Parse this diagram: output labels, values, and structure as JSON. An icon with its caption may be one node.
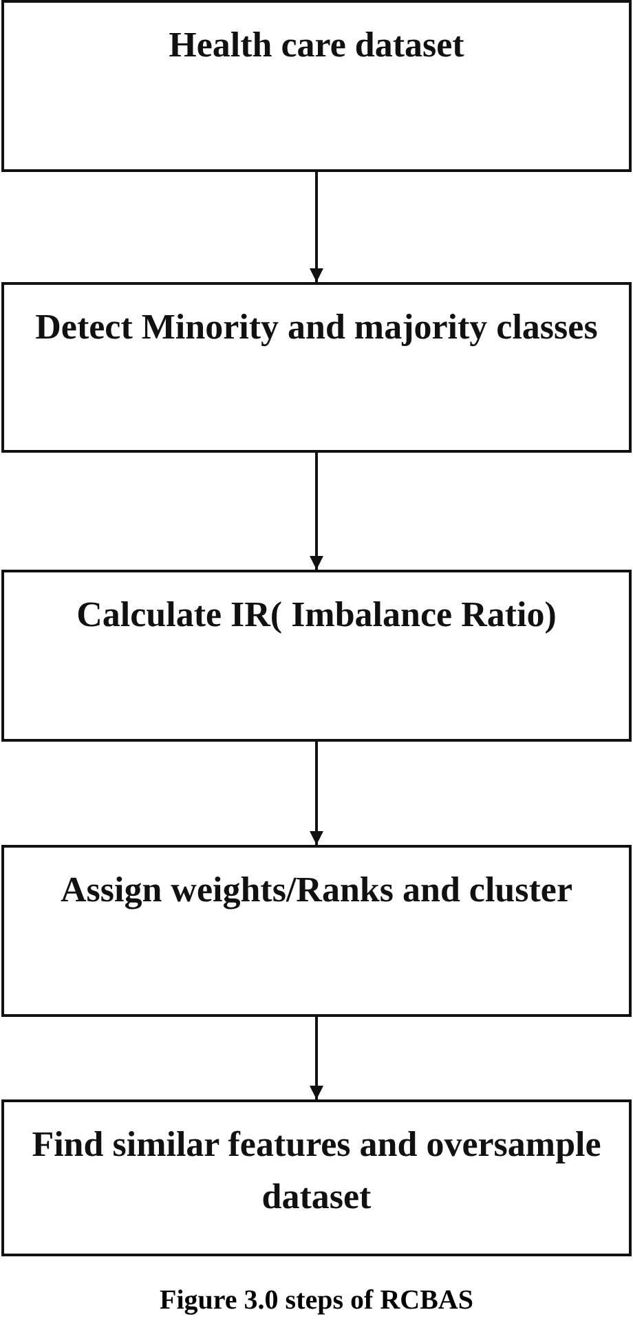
{
  "diagram": {
    "caption": "Figure 3.0 steps of RCBAS",
    "nodes": [
      {
        "text": [
          "Health care dataset"
        ]
      },
      {
        "text": [
          "Detect Minority and majority classes"
        ]
      },
      {
        "text": [
          "Calculate IR( Imbalance Ratio)"
        ]
      },
      {
        "text": [
          "Assign weights/Ranks and cluster"
        ]
      },
      {
        "text": [
          "Find similar features and oversample dataset"
        ]
      }
    ],
    "edges": [
      {
        "from": 0,
        "to": 1,
        "arrow": "to"
      },
      {
        "from": 1,
        "to": 2,
        "arrow": "to"
      },
      {
        "from": 2,
        "to": 3,
        "arrow": "to"
      },
      {
        "from": 3,
        "to": 4,
        "arrow": "to"
      }
    ]
  }
}
